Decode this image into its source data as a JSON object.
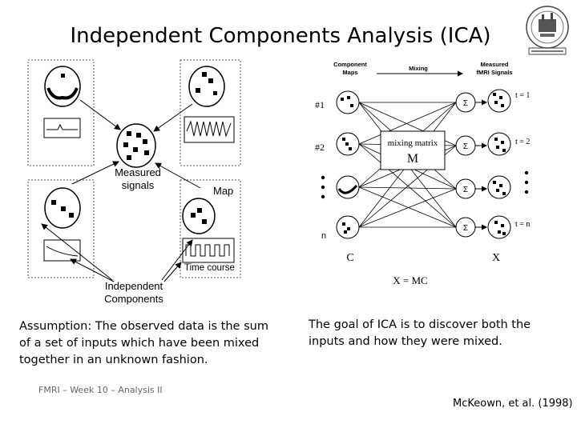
{
  "slide": {
    "title": "Independent Components Analysis (ICA)",
    "left_paragraph": "Assumption: The observed data is the sum of a set of inputs which have been mixed together in an unknown fashion.",
    "right_paragraph": "The goal of ICA is to discover both the inputs and how they were mixed.",
    "footer": "FMRI – Week 10 – Analysis II",
    "citation": "McKeown, et al. (1998)"
  },
  "left_diagram": {
    "measured_label_1": "Measured",
    "measured_label_2": "signals",
    "map_label": "Map",
    "time_course_label": "Time course",
    "independent_label_1": "Independent",
    "independent_label_2": "Components"
  },
  "right_diagram": {
    "header_component_1": "Component",
    "header_component_2": "Maps",
    "header_mixing": "Mixing",
    "header_measured_1": "Measured",
    "header_measured_2": "fMRI Signals",
    "row_label_1": "#1",
    "row_label_2": "#2",
    "row_label_n": "n",
    "t1": "t = 1",
    "t2": "t = 2",
    "tn": "t = n",
    "mixing_matrix": "mixing matrix",
    "matrix_symbol": "M",
    "sum_symbol": "Σ",
    "c_label": "C",
    "x_label": "X",
    "equation": "X = MC"
  }
}
